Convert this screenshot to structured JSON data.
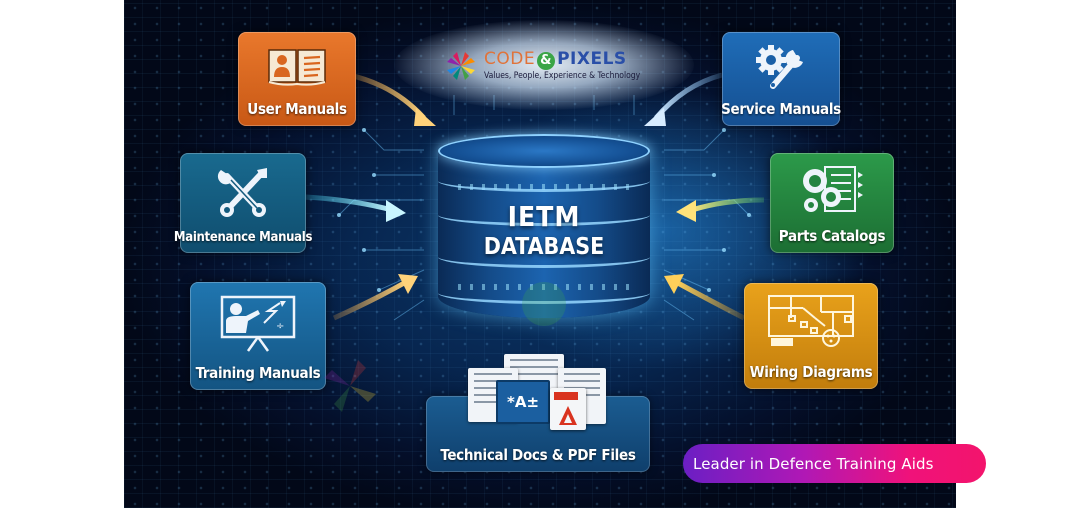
{
  "logo": {
    "brand_left": "CODE",
    "brand_amp": "&",
    "brand_right": "PIXELS",
    "tagline": "Values, People, Experience & Technology"
  },
  "database": {
    "line1": "IETM",
    "line2": "DATABASE",
    "icon": "database-cylinder-icon"
  },
  "sources": [
    {
      "id": "user-manuals",
      "label": "User Manuals",
      "icon": "open-book-person-icon",
      "color": "#d9661f",
      "position": "top-left"
    },
    {
      "id": "service-manuals",
      "label": "Service Manuals",
      "icon": "gear-wrench-icon",
      "color": "#1a5fa6",
      "position": "top-right"
    },
    {
      "id": "maintenance-manuals",
      "label": "Maintenance Manuals",
      "icon": "crossed-wrenches-icon",
      "color": "#145b7e",
      "position": "middle-left"
    },
    {
      "id": "parts-catalogs",
      "label": "Parts Catalogs",
      "icon": "gears-list-icon",
      "color": "#248441",
      "position": "middle-right"
    },
    {
      "id": "training-manuals",
      "label": "Training Manuals",
      "icon": "presenter-board-icon",
      "color": "#1a659c",
      "position": "bottom-left"
    },
    {
      "id": "wiring-diagrams",
      "label": "Wiring Diagrams",
      "icon": "circuit-diagram-icon",
      "color": "#d58f14",
      "position": "bottom-right"
    },
    {
      "id": "technical-docs",
      "label": "Technical Docs & PDF Files",
      "icon": "documents-pdf-icon",
      "color": "#164e80",
      "position": "bottom-center"
    }
  ],
  "badge": {
    "text": "Leader in Defence Training Aids",
    "gradient_start": "#6b1fc4",
    "gradient_end": "#f3146c"
  },
  "colors": {
    "background": "#041535",
    "glow": "#5ec8ff"
  }
}
